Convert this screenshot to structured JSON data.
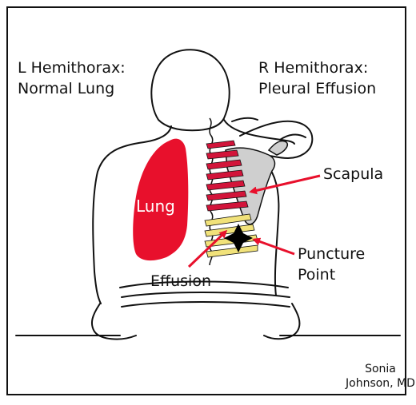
{
  "labels": {
    "left_hemithorax_line1": "L Hemithorax:",
    "left_hemithorax_line2": "Normal Lung",
    "right_hemithorax_line1": "R Hemithorax:",
    "right_hemithorax_line2": "Pleural Effusion",
    "lung": "Lung",
    "scapula": "Scapula",
    "puncture_line1": "Puncture",
    "puncture_line2": "Point",
    "effusion": "Effusion"
  },
  "credit": {
    "line1": "Sonia",
    "line2": "Johnson, MD"
  },
  "colors": {
    "lung": "#e8102c",
    "ribs": "#d2143a",
    "effusion": "#f1e27a",
    "scapula": "#cfcfcf",
    "arrow": "#e8102c"
  }
}
